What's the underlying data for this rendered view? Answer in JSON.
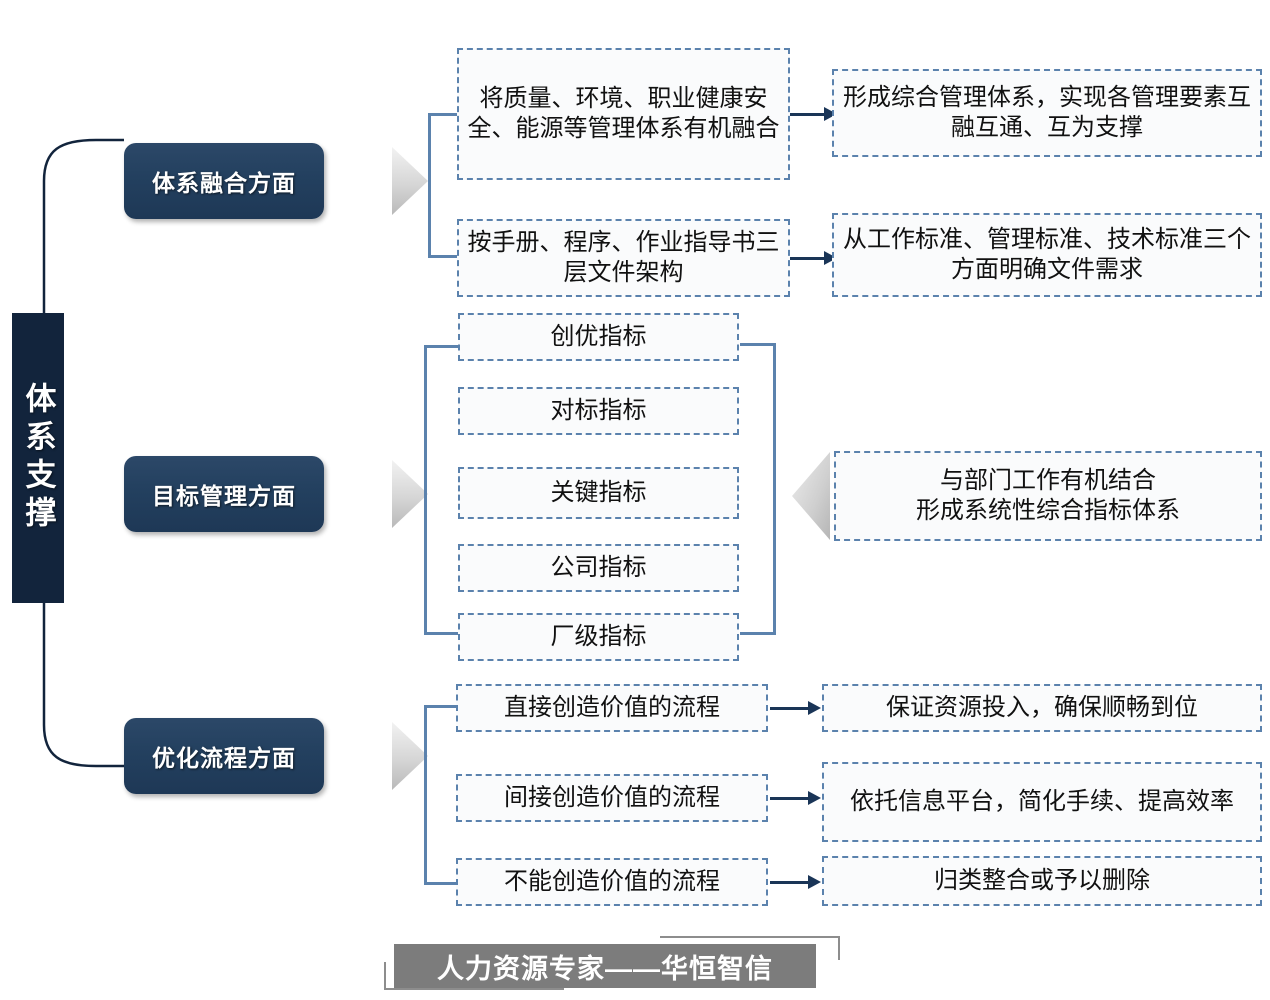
{
  "spine": {
    "label": "体系支撑"
  },
  "colors": {
    "spine_bg": "#12243c",
    "pill_bg": "#23405f",
    "dashed_border": "#5b82ad",
    "arrow": "#1a3557",
    "chevron": "#cfcfcf",
    "footer_bg": "#7c7c7c"
  },
  "branches": [
    {
      "title": "体系融合方面",
      "items": [
        {
          "source": "将质量、环境、职业健康安全、能源等管理体系有机融合",
          "outcome": "形成综合管理体系，实现各管理要素互融互通、互为支撑"
        },
        {
          "source": "按手册、程序、作业指导书三层文件架构",
          "outcome": "从工作标准、管理标准、技术标准三个方面明确文件需求"
        }
      ]
    },
    {
      "title": "目标管理方面",
      "items": [
        {
          "source": "创优指标"
        },
        {
          "source": "对标指标"
        },
        {
          "source": "关键指标"
        },
        {
          "source": "公司指标"
        },
        {
          "source": "厂级指标"
        }
      ],
      "summary": "与部门工作有机结合\n形成系统性综合指标体系",
      "summary_line1": "与部门工作有机结合",
      "summary_line2": "形成系统性综合指标体系"
    },
    {
      "title": "优化流程方面",
      "items": [
        {
          "source": "直接创造价值的流程",
          "outcome": "保证资源投入，确保顺畅到位"
        },
        {
          "source": "间接创造价值的流程",
          "outcome": "依托信息平台，简化手续、提高效率"
        },
        {
          "source": "不能创造价值的流程",
          "outcome": "归类整合或予以删除"
        }
      ]
    }
  ],
  "footer": {
    "text": "人力资源专家——华恒智信"
  }
}
